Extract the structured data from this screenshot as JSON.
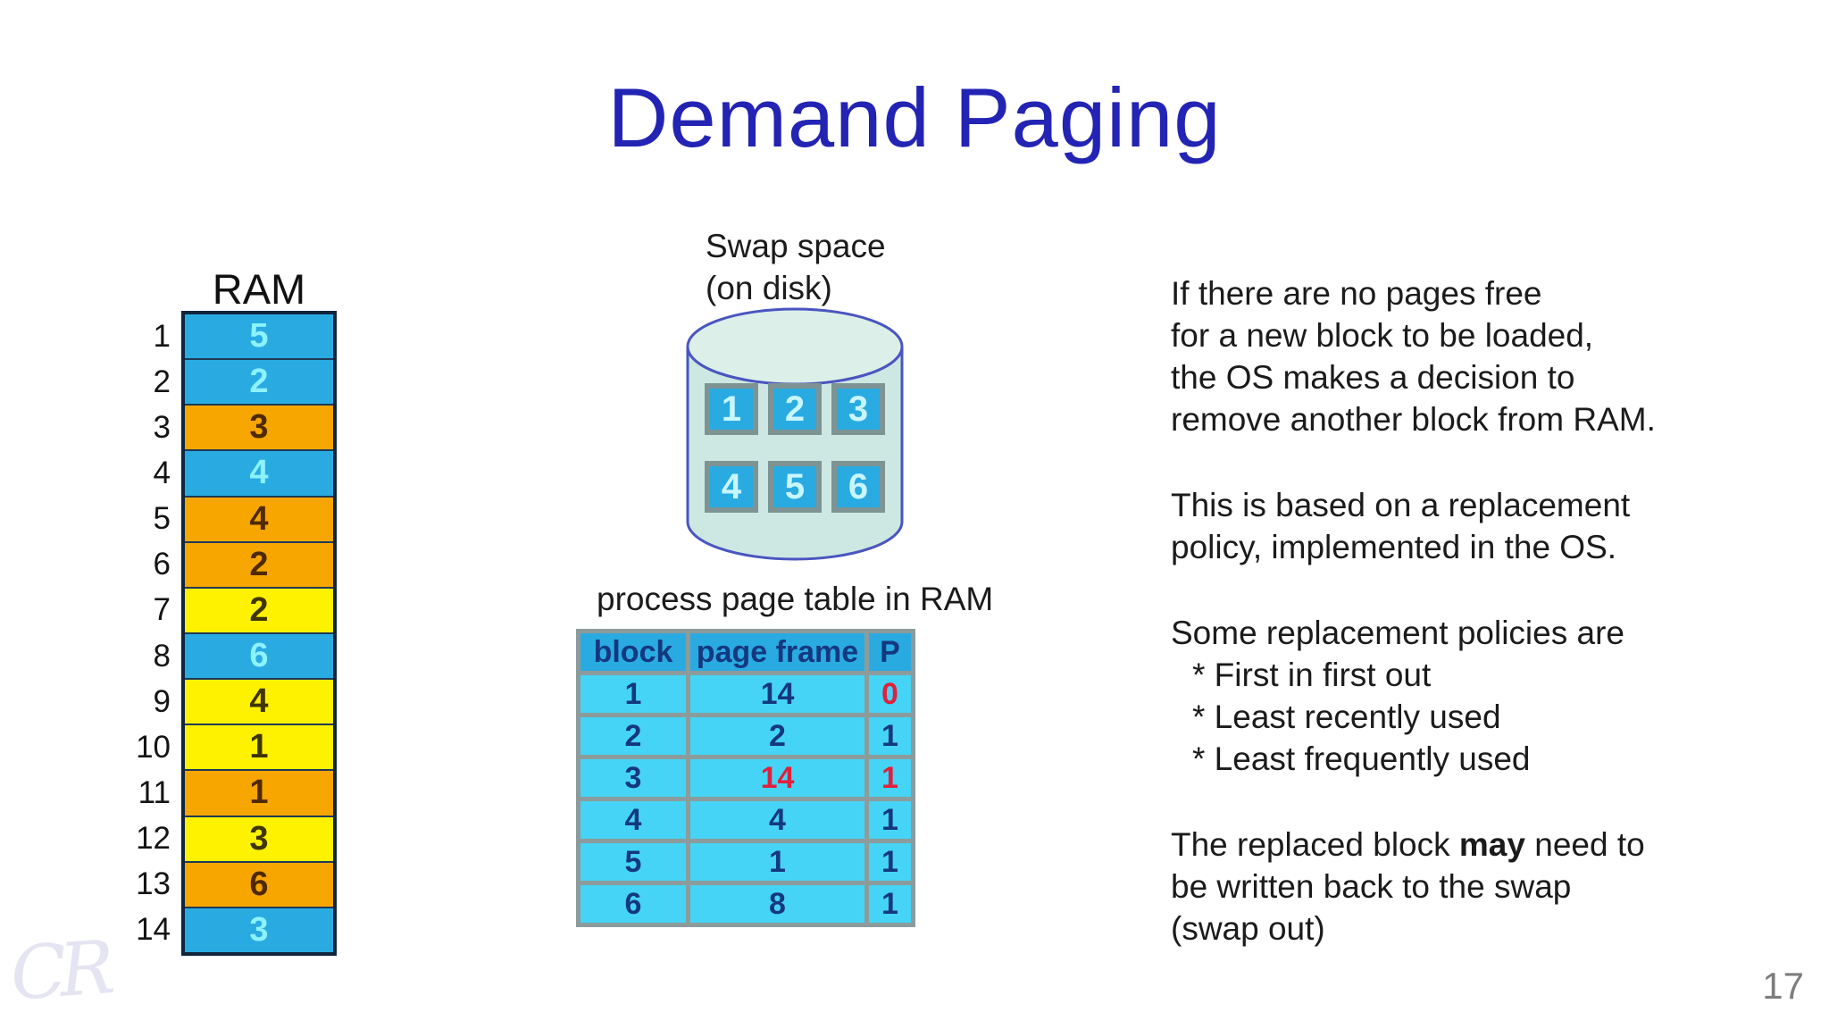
{
  "title": "Demand Paging",
  "page_number": "17",
  "watermark": "CR",
  "colors": {
    "title_blue": "#2323b4",
    "ram_blue": "#29abe2",
    "ram_blue_text": "#8df2ff",
    "ram_orange": "#f7a600",
    "ram_orange_text": "#4f2a00",
    "ram_yellow": "#fff200",
    "ram_yellow_text": "#3f3500",
    "table_header_bg": "#29abe2",
    "table_cell_bg": "#45d4f5",
    "table_text_navy": "#14387f",
    "table_red": "#e0203d",
    "table_border_gray": "#8c9b9b",
    "cylinder_fill": "#cde8e2",
    "cylinder_top_fill": "#dcefe9",
    "cylinder_stroke": "#4a55c0",
    "block_border_gray": "#7e9494",
    "page_number_gray": "#7d7d7d",
    "watermark_lavender": "#e4e4f2"
  },
  "ram": {
    "label": "RAM",
    "rows": [
      {
        "label": "1",
        "value": "5",
        "tone": "blue"
      },
      {
        "label": "2",
        "value": "2",
        "tone": "blue"
      },
      {
        "label": "3",
        "value": "3",
        "tone": "orange"
      },
      {
        "label": "4",
        "value": "4",
        "tone": "blue"
      },
      {
        "label": "5",
        "value": "4",
        "tone": "orange"
      },
      {
        "label": "6",
        "value": "2",
        "tone": "orange"
      },
      {
        "label": "7",
        "value": "2",
        "tone": "yellow"
      },
      {
        "label": "8",
        "value": "6",
        "tone": "blue"
      },
      {
        "label": "9",
        "value": "4",
        "tone": "yellow"
      },
      {
        "label": "10",
        "value": "1",
        "tone": "yellow"
      },
      {
        "label": "11",
        "value": "1",
        "tone": "orange"
      },
      {
        "label": "12",
        "value": "3",
        "tone": "yellow"
      },
      {
        "label": "13",
        "value": "6",
        "tone": "orange"
      },
      {
        "label": "14",
        "value": "3",
        "tone": "blue"
      }
    ]
  },
  "swap": {
    "label_line1": "Swap space",
    "label_line2": "(on disk)",
    "blocks": [
      "1",
      "2",
      "3",
      "4",
      "5",
      "6"
    ]
  },
  "page_table": {
    "caption": "process page table in RAM",
    "headers": [
      "block",
      "page frame",
      "P"
    ],
    "rows": [
      {
        "block": "1",
        "frame": "14",
        "p": "0",
        "frame_class": "",
        "p_class": "red"
      },
      {
        "block": "2",
        "frame": "2",
        "p": "1",
        "frame_class": "",
        "p_class": ""
      },
      {
        "block": "3",
        "frame": "14",
        "p": "1",
        "frame_class": "red",
        "p_class": "red"
      },
      {
        "block": "4",
        "frame": "4",
        "p": "1",
        "frame_class": "",
        "p_class": ""
      },
      {
        "block": "5",
        "frame": "1",
        "p": "1",
        "frame_class": "",
        "p_class": ""
      },
      {
        "block": "6",
        "frame": "8",
        "p": "1",
        "frame_class": "",
        "p_class": ""
      }
    ]
  },
  "right_text": {
    "p1": [
      "If there are no pages free",
      "for a new block to be loaded,",
      "the OS makes a decision to",
      "remove another block from RAM."
    ],
    "p2": [
      "This is based on a replacement",
      "policy, implemented in the OS."
    ],
    "p3_intro": "Some replacement policies are",
    "p3_bullets": [
      "* First in first out",
      "* Least recently used",
      "* Least frequently used"
    ],
    "p4_pre": "The replaced block ",
    "p4_bold": "may",
    "p4_post": " need to",
    "p4_line2": "be written back to the swap",
    "p4_line3": "(swap out)"
  }
}
